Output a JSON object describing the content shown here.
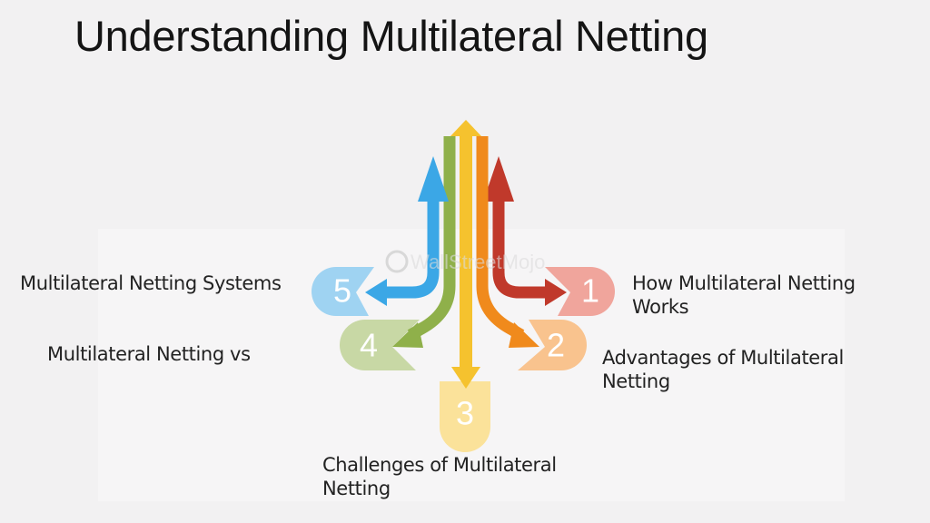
{
  "title": "Understanding Multilateral Netting",
  "watermark": "WallStreetMojo",
  "steps": [
    {
      "number": "1",
      "label_line1": "How Multilateral Netting",
      "label_line2": "Works",
      "color": "#c0392b",
      "pad_color": "#f0a59c"
    },
    {
      "number": "2",
      "label_line1": "Advantages of Multilateral",
      "label_line2": "Netting",
      "color": "#f08a1c",
      "pad_color": "#f9c38e"
    },
    {
      "number": "3",
      "label_line1": "Challenges of Multilateral",
      "label_line2": "Netting",
      "color": "#f5c22e",
      "pad_color": "#fbe29a"
    },
    {
      "number": "4",
      "label_line1": "Multilateral Netting vs",
      "label_line2": "",
      "color": "#8fb04a",
      "pad_color": "#c8d8a5"
    },
    {
      "number": "5",
      "label_line1": "Multilateral Netting Systems",
      "label_line2": "",
      "color": "#3ba7e6",
      "pad_color": "#9fd3f2"
    }
  ]
}
